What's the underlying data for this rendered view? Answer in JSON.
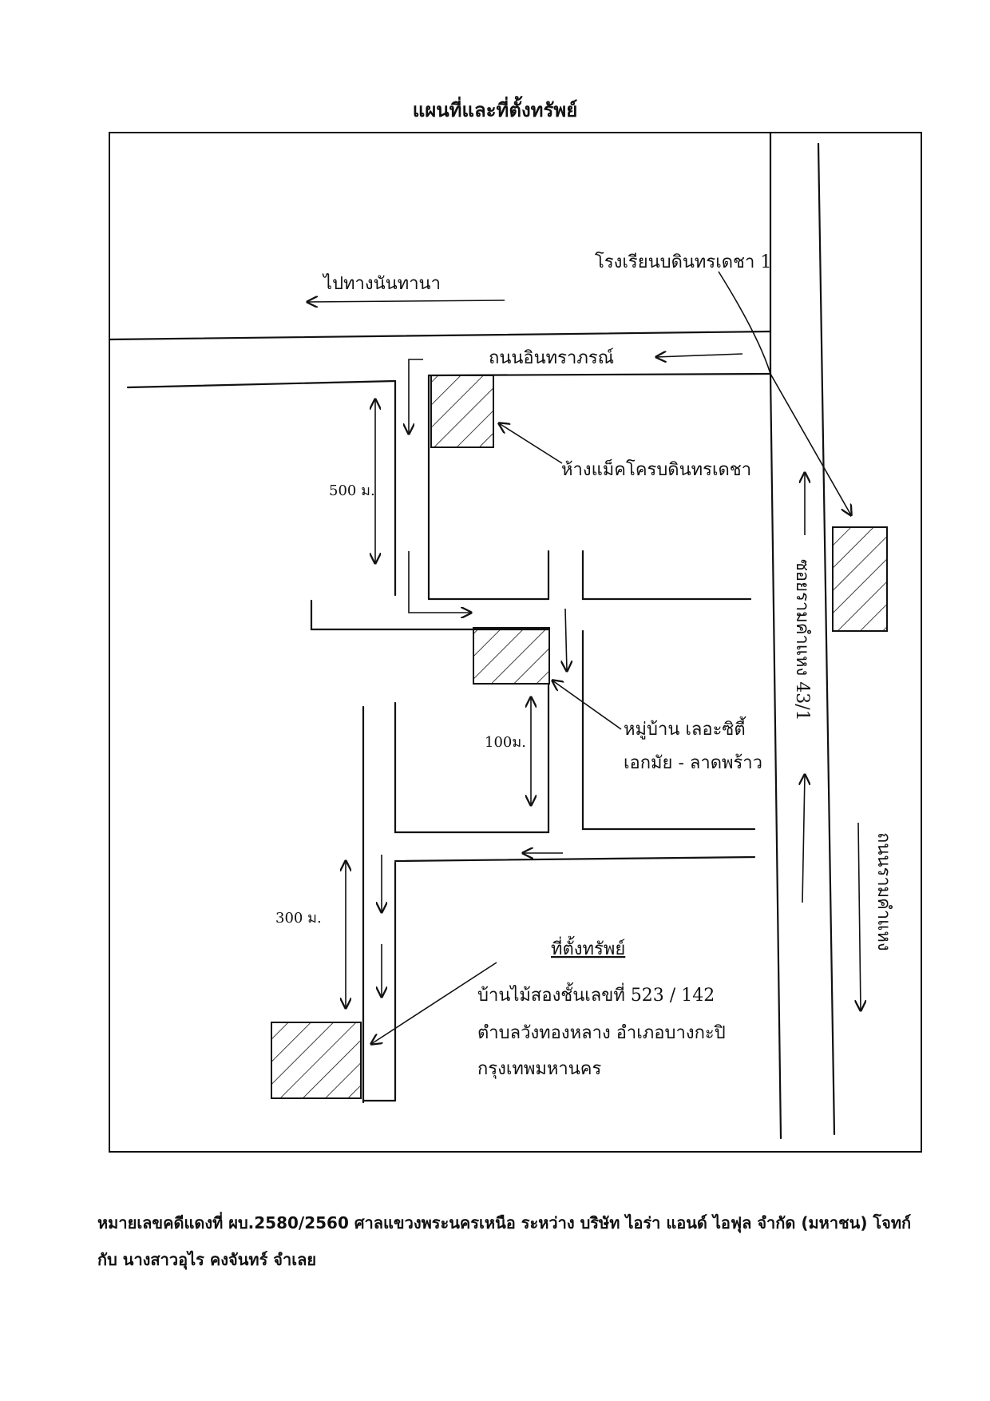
{
  "title": "แผนที่และที่ตั้งทรัพย์",
  "map": {
    "labels": {
      "school": "โรงเรียนบดินทรเดชา 1",
      "to_thanon": "ไปทางนันทานา",
      "road_main": "ถนนอินทราภรณ์",
      "mall": "ห้างแม็คโครบดินทรเดชา",
      "dist_top": "500 ม.",
      "village_line1": "หมู่บ้าน เลอะซิตี้",
      "village_line2": "เอกมัย - ลาดพร้าว",
      "dist_mid": "100ม.",
      "soi_name": "ซอยรามคำแหง 43/1",
      "ramkhamhaeng": "ถนนรามคำแหง",
      "dist_bottom": "300 ม.",
      "property_heading": "ที่ตั้งทรัพย์",
      "property_line1": "บ้านไม้สองชั้นเลขที่ 523 / 142",
      "property_line2": "ตำบลวังทองหลาง อำเภอบางกะปิ",
      "property_line3": "กรุงเทพมหานคร"
    }
  },
  "footer": {
    "line1": "หมายเลขคดีแดงที่ ผบ.2580/2560 ศาลแขวงพระนครเหนือ ระหว่าง บริษัท ไอร่า แอนด์ ไอฟุล จำกัด (มหาชน) โจทก์",
    "line2": "กับ นางสาวอุไร คงจันทร์ จำเลย"
  }
}
